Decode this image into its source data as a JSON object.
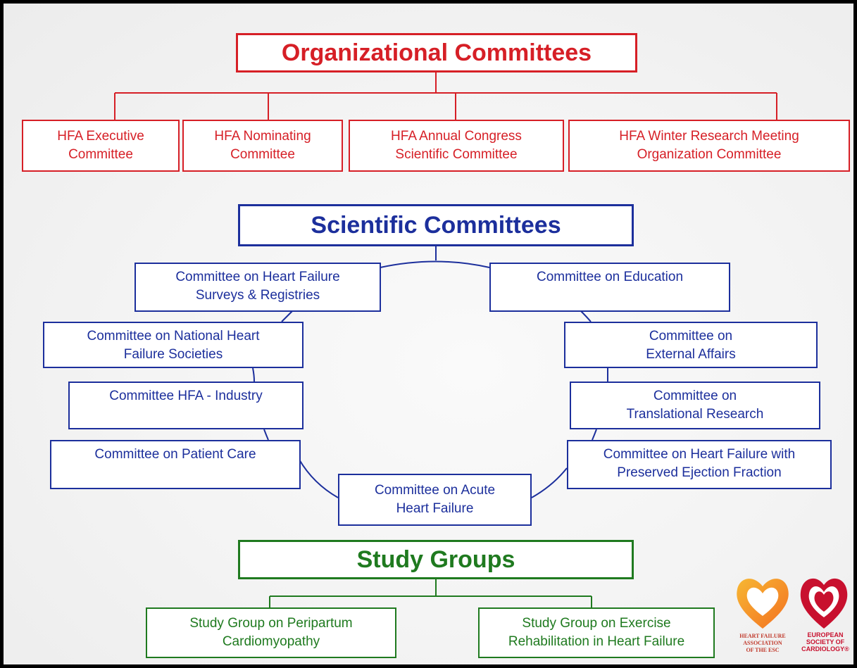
{
  "organizational": {
    "title": "Organizational Committees",
    "boxes": [
      {
        "line1": "HFA Executive",
        "line2": "Committee"
      },
      {
        "line1": "HFA Nominating",
        "line2": "Committee"
      },
      {
        "line1": "HFA Annual Congress",
        "line2": "Scientific Committee"
      },
      {
        "line1": "HFA Winter Research Meeting",
        "line2": "Organization Committee"
      }
    ]
  },
  "scientific": {
    "title": "Scientific Committees",
    "boxes": [
      {
        "line1": "Committee on Heart Failure",
        "line2": "Surveys & Registries"
      },
      {
        "line1": "Committee on Education",
        "line2": ""
      },
      {
        "line1": "Committee on National Heart",
        "line2": "Failure Societies"
      },
      {
        "line1": "Committee on",
        "line2": "External Affairs"
      },
      {
        "line1": "Committee HFA - Industry",
        "line2": ""
      },
      {
        "line1": "Committee on",
        "line2": "Translational Research"
      },
      {
        "line1": "Committee on Patient Care",
        "line2": ""
      },
      {
        "line1": "Committee on Heart Failure with",
        "line2": "Preserved Ejection Fraction"
      },
      {
        "line1": "Committee on Acute",
        "line2": "Heart Failure"
      }
    ]
  },
  "study": {
    "title": "Study Groups",
    "boxes": [
      {
        "line1": "Study Group on Peripartum",
        "line2": "Cardiomyopathy"
      },
      {
        "line1": "Study Group on Exercise",
        "line2": "Rehabilitation in Heart Failure"
      }
    ]
  },
  "logos": {
    "hfa": {
      "line1": "HEART FAILURE",
      "line2": "ASSOCIATION",
      "line3": "OF THE ESC"
    },
    "esc": {
      "line1": "EUROPEAN",
      "line2": "SOCIETY OF",
      "line3": "CARDIOLOGY®"
    }
  },
  "colors": {
    "organizational": "#d61f26",
    "scientific": "#1c2f9c",
    "study": "#1f7a1f"
  }
}
